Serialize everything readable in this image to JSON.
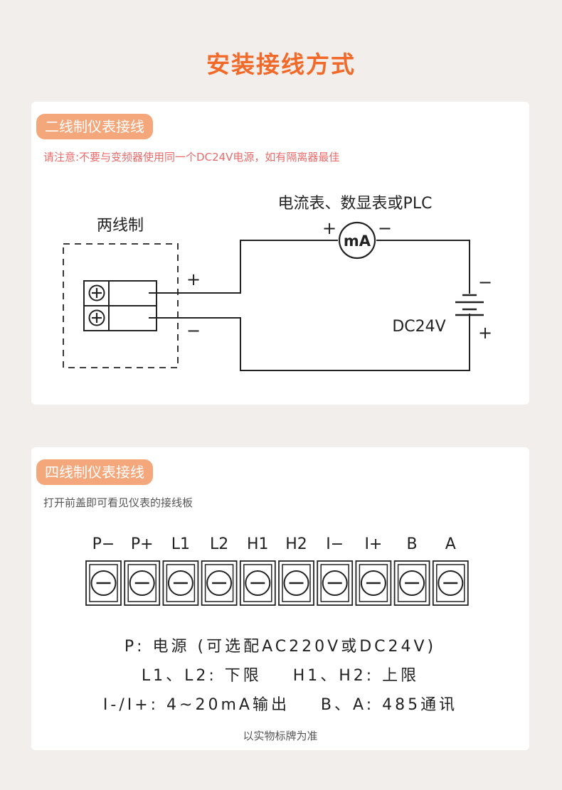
{
  "page_title": "安装接线方式",
  "two_wire": {
    "pill": "二线制仪表接线",
    "note": "请注意:不要与变频器使用同一个DC24V电源，如有隔离器最佳",
    "device_label": "两线制",
    "meter_label": "电流表、数显表或PLC",
    "meter_symbol": "mA",
    "meter_plus": "+",
    "meter_minus": "−",
    "terminal_plus": "+",
    "terminal_minus": "−",
    "supply_label": "DC24V",
    "supply_minus": "−",
    "supply_plus": "+"
  },
  "four_wire": {
    "pill": "四线制仪表接线",
    "note": "打开前盖即可看见仪表的接线板",
    "terminals": [
      "P−",
      "P+",
      "L1",
      "L2",
      "H1",
      "H2",
      "I−",
      "I+",
      "B",
      "A"
    ],
    "legend_line1": "P: 电源 (可选配AC220V或DC24V)",
    "legend_line2": "L1、L2: 下限    H1、H2: 上限",
    "legend_line3": "I-/I+: 4~20mA输出    B、A: 485通讯",
    "footnote": "以实物标牌为准"
  }
}
